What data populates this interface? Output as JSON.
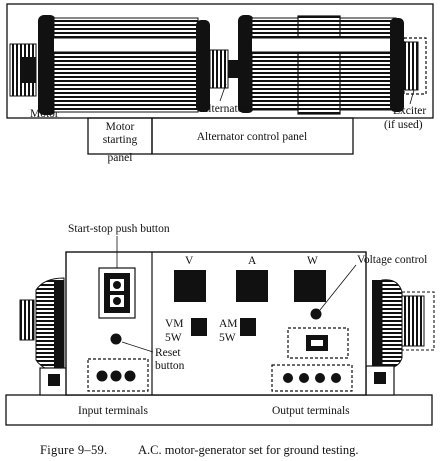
{
  "top_diagram": {
    "labels": {
      "motor": "Motor",
      "alternator": "Alternator",
      "exciter_line1": "Exciter",
      "exciter_line2": "(if used)",
      "motor_starting_line1": "Motor",
      "motor_starting_line2": "starting",
      "motor_starting_line3": "panel",
      "alternator_control_panel": "Alternator control panel"
    }
  },
  "bottom_diagram": {
    "labels": {
      "start_stop": "Start-stop push button",
      "voltage_control": "Voltage control",
      "reset_line1": "Reset",
      "reset_line2": "button",
      "meter_v": "V",
      "meter_a": "A",
      "meter_w": "W",
      "vm_line1": "VM",
      "vm_line2": "5W",
      "am_line1": "AM",
      "am_line2": "5W",
      "input_terminals": "Input terminals",
      "output_terminals": "Output terminals"
    }
  },
  "caption": {
    "figure_number": "Figure 9–59.",
    "text": "A.C. motor-generator set for ground testing."
  },
  "colors": {
    "ink": "#111111",
    "paper": "#ffffff"
  }
}
